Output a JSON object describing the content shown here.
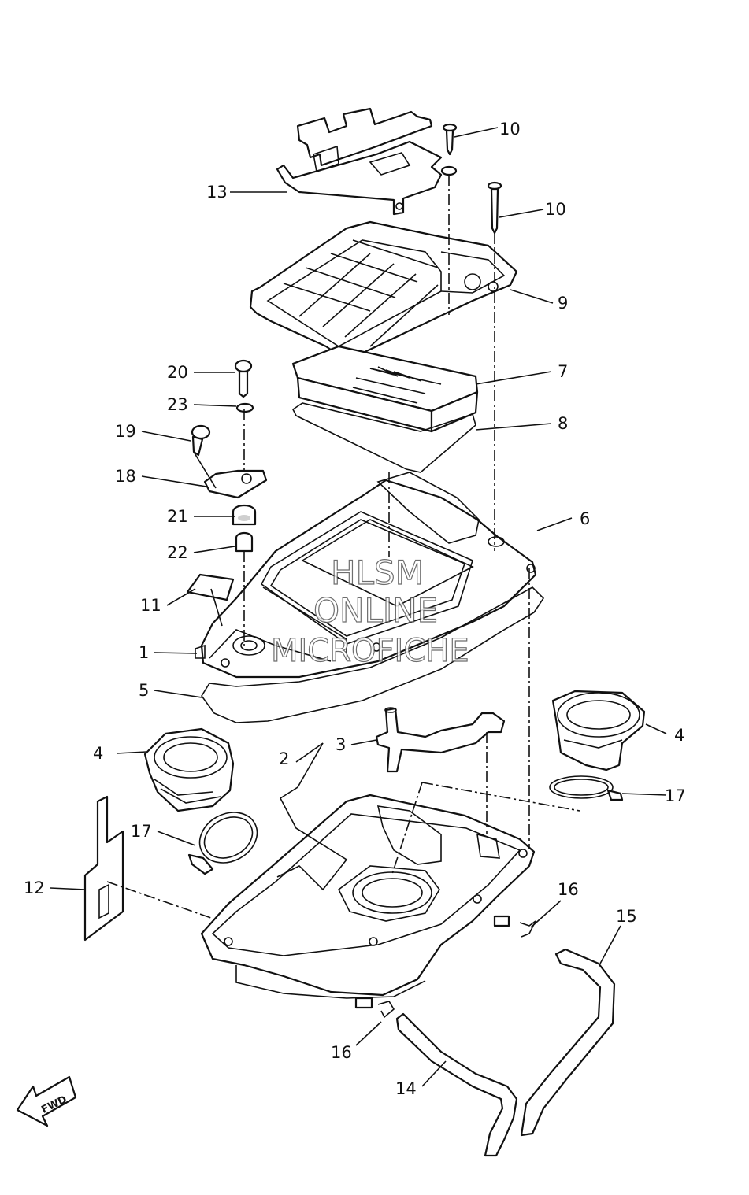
{
  "callouts": {
    "c1": "1",
    "c2": "2",
    "c3": "3",
    "c4a": "4",
    "c4b": "4",
    "c5": "5",
    "c6": "6",
    "c7": "7",
    "c8": "8",
    "c9": "9",
    "c10a": "10",
    "c10b": "10",
    "c11": "11",
    "c12": "12",
    "c13": "13",
    "c14": "14",
    "c15": "15",
    "c16a": "16",
    "c16b": "16",
    "c17a": "17",
    "c17b": "17",
    "c18": "18",
    "c19": "19",
    "c20": "20",
    "c21": "21",
    "c22": "22",
    "c23": "23"
  },
  "watermark": {
    "line1": "HLSM",
    "line2": "ONLINE",
    "line3": "MICROFICHE"
  },
  "fwd_label": "FWD"
}
